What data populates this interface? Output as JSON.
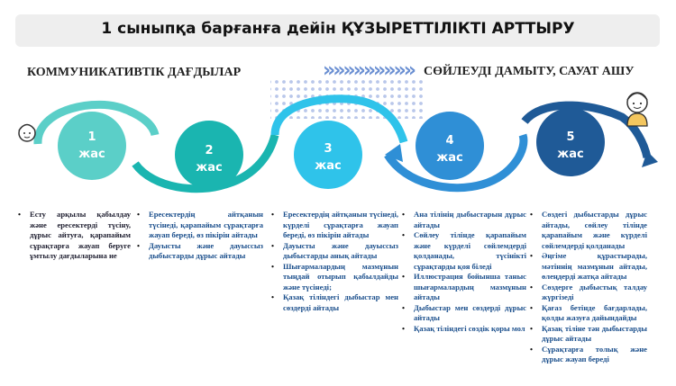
{
  "title": "1 сыныпқа барғанға дейін ҚҰЗЫРЕТТІЛІКТІ  АРТТЫРУ",
  "left_heading": "КОММУНИКАТИВТІК ДАҒДЫЛАР",
  "right_heading": "СӨЙЛЕУДІ ДАМЫТУ, САУАТ АШУ",
  "chevrons": "»»»»»»»»»",
  "stages": [
    {
      "age": "1",
      "unit": "жас",
      "color": "#5bcfc8"
    },
    {
      "age": "2",
      "unit": "жас",
      "color": "#1ab5b0"
    },
    {
      "age": "3",
      "unit": "жас",
      "color": "#2fc3ea"
    },
    {
      "age": "4",
      "unit": "жас",
      "color": "#2f8fd6"
    },
    {
      "age": "5",
      "unit": "жас",
      "color": "#1f5a97"
    }
  ],
  "columns": [
    {
      "items": [
        "Есту арқылы қабылдау және ересектерді түсіну, дұрыс айтуға, қарапайым сұрақтарға жауап беруге ұмтылу дағдыларына ие"
      ]
    },
    {
      "items": [
        "Ересектердің айтқанын түсінеді, қарапайым сұрақтарға жауап береді, өз пікірін айтады",
        "Дауысты және дауыссыз дыбыстарды дұрыс айтады"
      ]
    },
    {
      "items": [
        "Ересектердің айтқанын түсінеді, күрделі сұрақтарға жауап береді, өз пікірін айтады",
        "Дауысты және дауыссыз дыбыстарды анық айтады",
        "Шығармалардың мазмұнын тыңдай отырып қабылдайды және түсінеді;",
        "Қазақ тіліндегі дыбыстар мен сөздерді айтады"
      ]
    },
    {
      "items": [
        "Ана тілінің дыбыстарын дұрыс айтады",
        "Сөйлеу тілінде қарапайым және күрделі сөйлемдерді қолданады, түсінікті сұрақтарды қоя біледі",
        "Иллюстрация бойынша таныс шығармалардың мазмұнын айтады",
        "Дыбыстар мен сөздерді дұрыс айтады",
        "Қазақ тіліндегі сөздік қоры мол"
      ]
    },
    {
      "items": [
        "Сөздегі дыбыстарды дұрыс айтады, сөйлеу тілінде қарапайым және күрделі сөйлемдерді қолданады",
        "Әңгіме құрастырады, мәтіннің мазмұнын айтады, өлеңдерді жатқа айтады",
        "Сөздерге дыбыстық талдау жүргізеді",
        "Қағаз бетінде бағдарлады, қолды жазуға дайындайды",
        "Қазақ тіліне тән дыбыстарды дұрыс айтады",
        "Сұрақтарға толық және дұрыс жауап береді"
      ]
    }
  ]
}
